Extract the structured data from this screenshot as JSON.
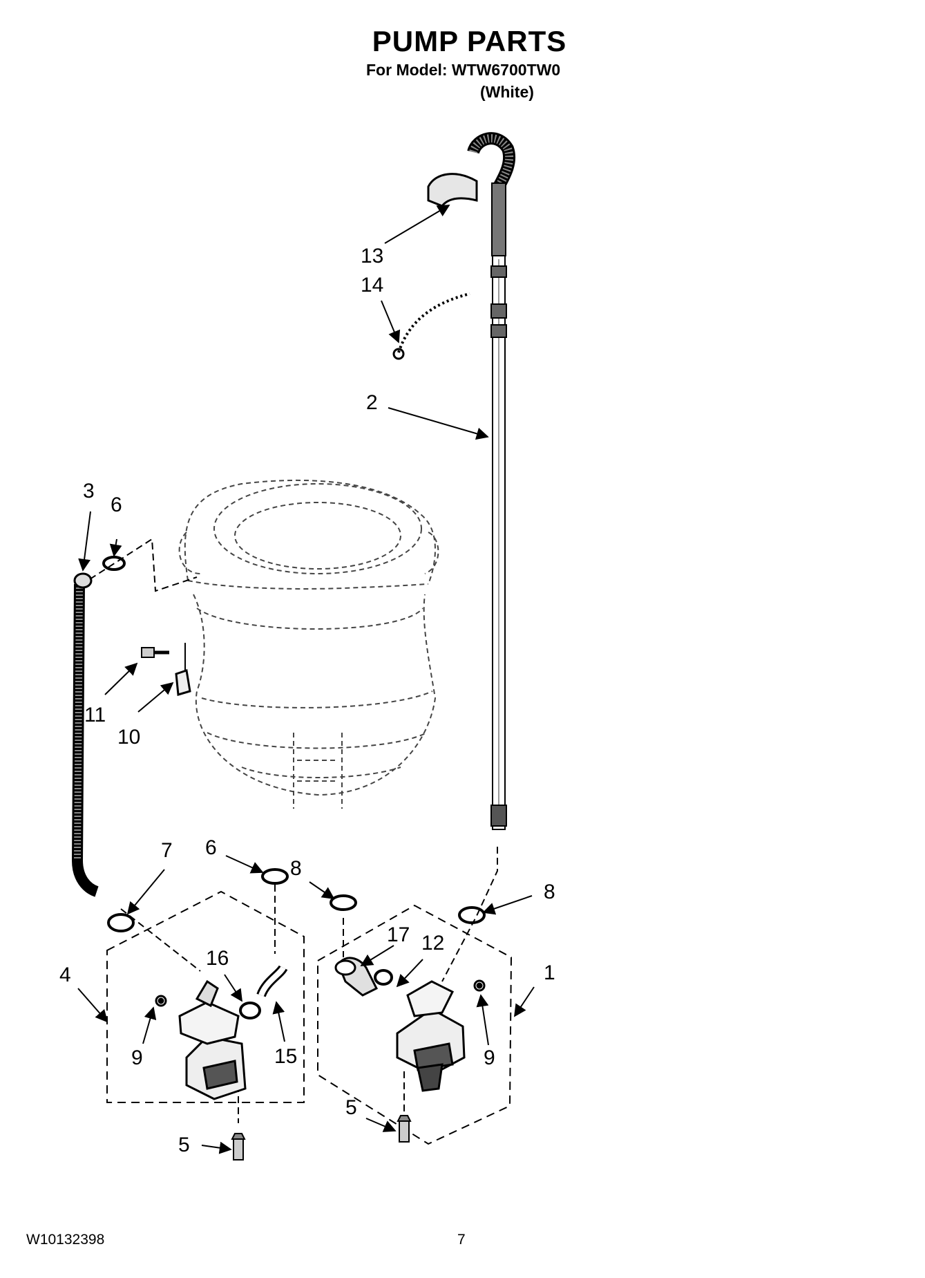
{
  "header": {
    "title": "PUMP PARTS",
    "model_line": "For Model: WTW6700TW0",
    "variant": "(White)"
  },
  "footer": {
    "doc_number": "W10132398",
    "page_number": "7"
  },
  "callouts": {
    "c1": "1",
    "c2": "2",
    "c3": "3",
    "c4": "4",
    "c5a": "5",
    "c5b": "5",
    "c6a": "6",
    "c6b": "6",
    "c7": "7",
    "c8a": "8",
    "c8b": "8",
    "c9a": "9",
    "c9b": "9",
    "c10": "10",
    "c11": "11",
    "c12": "12",
    "c13": "13",
    "c14": "14",
    "c15": "15",
    "c16": "16",
    "c17": "17"
  }
}
